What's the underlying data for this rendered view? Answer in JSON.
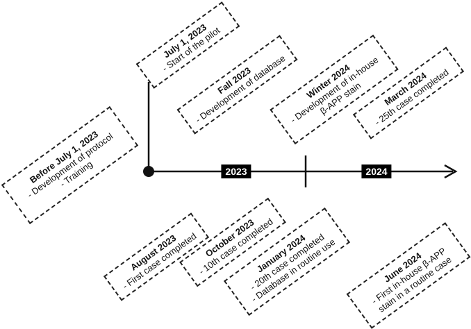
{
  "timeline": {
    "years": [
      "2023",
      "2024"
    ]
  },
  "events": {
    "before_july": {
      "title": "Before July 1, 2023",
      "lines": [
        "- Development of protocol",
        "- Training"
      ]
    },
    "july": {
      "title": "July 1, 2023",
      "lines": [
        "- Start of the pilot"
      ]
    },
    "fall": {
      "title": "Fall 2023",
      "lines": [
        "- Development of database"
      ]
    },
    "winter": {
      "title": "Winter 2024",
      "lines": [
        "- Development of in-house",
        "β-APP stain"
      ]
    },
    "march": {
      "title": "March 2024",
      "lines": [
        "- 25th case completed"
      ]
    },
    "august": {
      "title": "August 2023",
      "lines": [
        "- First case completed"
      ]
    },
    "october": {
      "title": "October 2023",
      "lines": [
        "- 10th case completed"
      ]
    },
    "january": {
      "title": "January 2024",
      "lines": [
        "- 20th case completed",
        "- Database in routine use"
      ]
    },
    "june": {
      "title": "June 2024",
      "lines": [
        "- First in-house β-APP",
        "stain in a routine case"
      ]
    }
  }
}
